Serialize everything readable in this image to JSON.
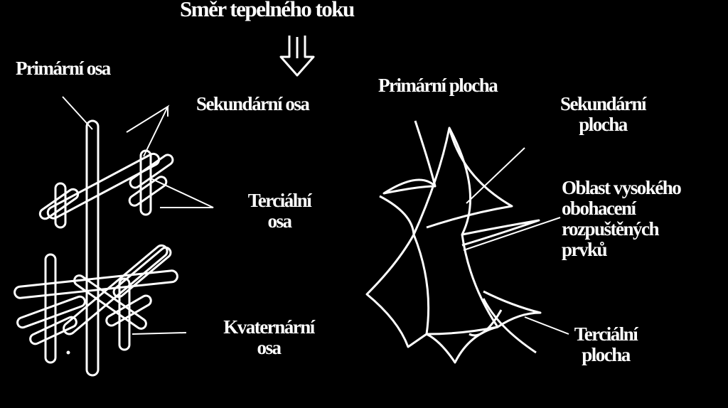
{
  "colors": {
    "background": "#000000",
    "foreground": "#ffffff"
  },
  "title": "Směr tepelného toku",
  "icons": {
    "flow_arrow": "down-double-arrow-icon"
  },
  "left_diagram": {
    "labels": {
      "primary_axis": "Primární osa",
      "secondary_axis": "Sekundární osa",
      "tertiary_axis": [
        "Terciální",
        "osa"
      ],
      "quaternary_axis": [
        "Kvaternární",
        "osa"
      ]
    }
  },
  "right_diagram": {
    "labels": {
      "primary_surface": "Primární plocha",
      "secondary_surface": [
        "Sekundární",
        "plocha"
      ],
      "enrichment_area": [
        "Oblast vysokého",
        "obohacení",
        "rozpuštěných",
        "prvků"
      ],
      "tertiary_surface": [
        "Terciální",
        "plocha"
      ]
    }
  }
}
